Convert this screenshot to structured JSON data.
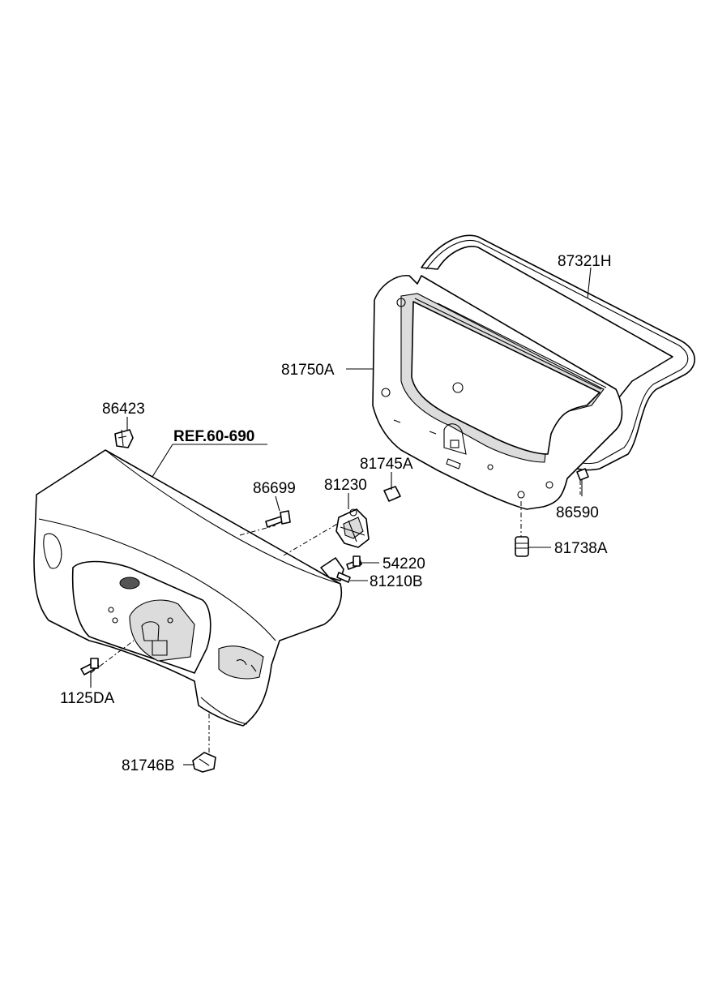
{
  "diagram": {
    "reference": "REF.60-690",
    "parts": [
      {
        "key": "p87321H",
        "label": "87321H"
      },
      {
        "key": "p81750A",
        "label": "81750A"
      },
      {
        "key": "p86423",
        "label": "86423"
      },
      {
        "key": "p81745A",
        "label": "81745A"
      },
      {
        "key": "p86699",
        "label": "86699"
      },
      {
        "key": "p81230",
        "label": "81230"
      },
      {
        "key": "p86590",
        "label": "86590"
      },
      {
        "key": "p81738A",
        "label": "81738A"
      },
      {
        "key": "p54220",
        "label": "54220"
      },
      {
        "key": "p81210B",
        "label": "81210B"
      },
      {
        "key": "p1125DA",
        "label": "1125DA"
      },
      {
        "key": "p81746B",
        "label": "81746B"
      }
    ]
  }
}
